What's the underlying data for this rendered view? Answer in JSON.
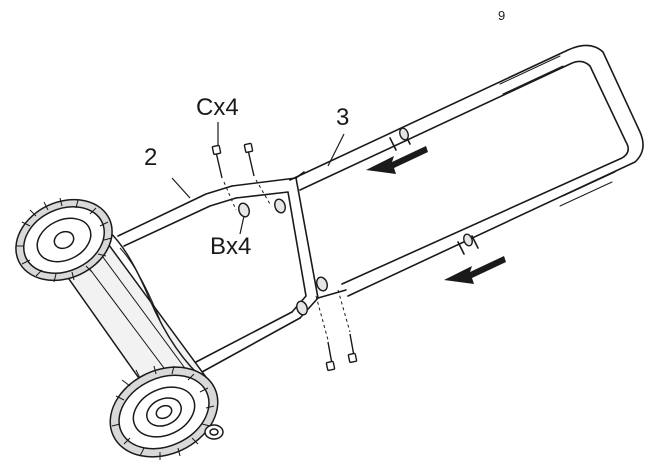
{
  "page": {
    "number": "9"
  },
  "callouts": {
    "upper_handle": "3",
    "lower_handle": "2",
    "screws": "Cx4",
    "knobs": "Bx4"
  },
  "colors": {
    "line": "#1a1a1a",
    "fill_light": "#ffffff",
    "fill_shade": "#d9d9d9",
    "arrow": "#1a1a1a"
  },
  "icons": [
    "assembly-direction-arrow",
    "screw-icon",
    "knob-icon",
    "wheel-icon"
  ]
}
